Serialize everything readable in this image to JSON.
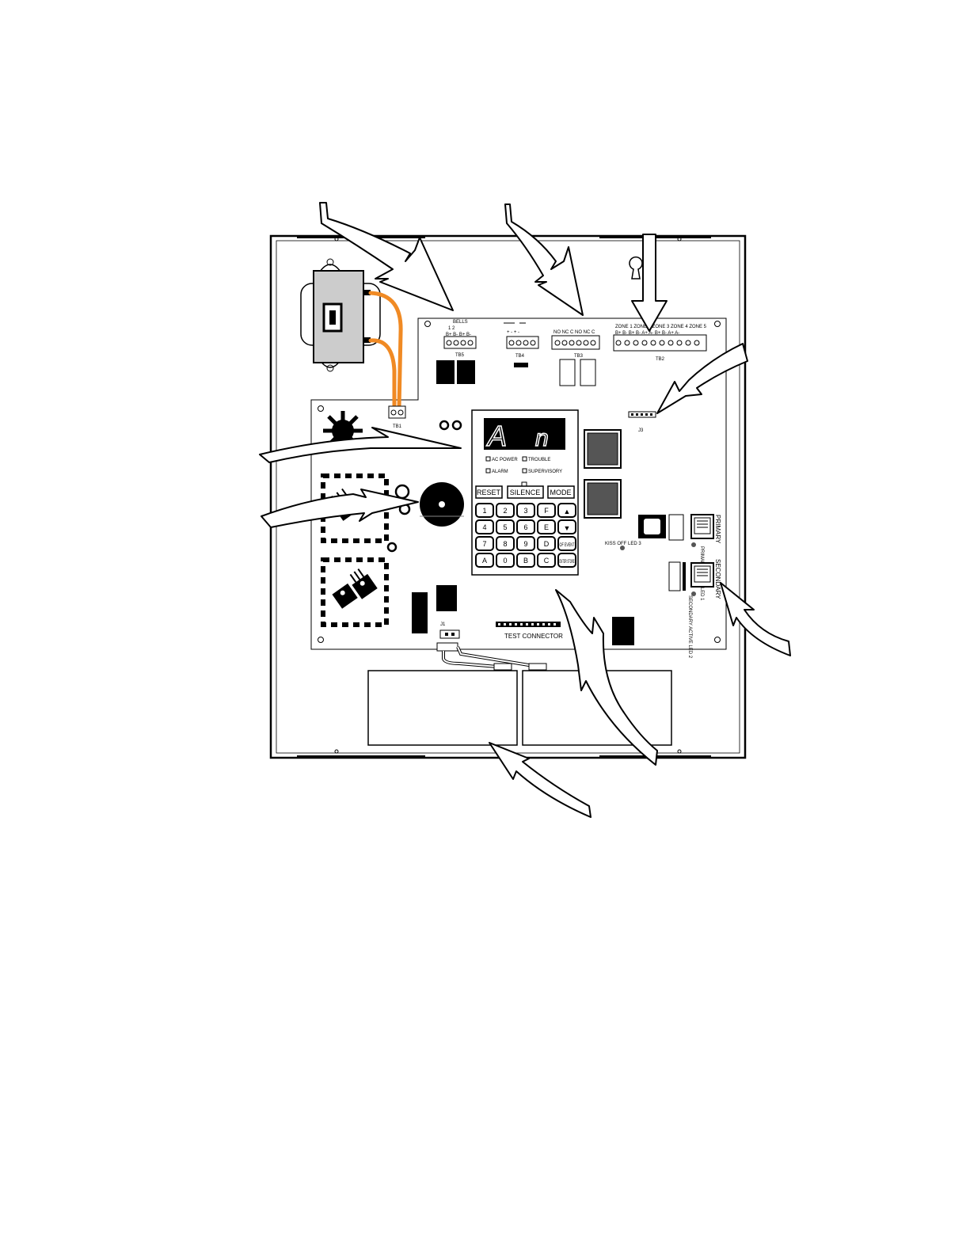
{
  "terminals": {
    "tb5_title": "BELLS",
    "tb5_nums": "1    2",
    "tb5_pins": "B+ B-  B+ B-",
    "tb5": "TB5",
    "tb4_pins": "+  -  +  -",
    "tb4": "TB4",
    "tb3_pins": "NO NC  C  NO NC  C",
    "tb3": "TB3",
    "tb2_title": "ZONE 1  ZONE 2  ZONE 3  ZONE 4  ZONE 5",
    "tb2_pins": "B+ B-  B+ B-  A+ A-  B+ B-  A+ A-",
    "tb2": "TB2",
    "tb1": "TB1",
    "j3": "J3",
    "j1": "J1"
  },
  "panel": {
    "display_char_1": "A",
    "display_char_2": "n",
    "leds": [
      "AC POWER",
      "TROUBLE",
      "ALARM",
      "SUPERVISORY"
    ],
    "func_keys": [
      "RESET",
      "SILENCE",
      "MODE"
    ],
    "keypad": [
      [
        "1",
        "2",
        "3",
        "F",
        "▲"
      ],
      [
        "4",
        "5",
        "6",
        "E",
        "▼"
      ],
      [
        "7",
        "8",
        "9",
        "D",
        "OF EVENT"
      ],
      [
        "A",
        "0",
        "B",
        "C",
        "ENTER STORE"
      ]
    ]
  },
  "board": {
    "test_connector": "TEST CONNECTOR",
    "kiss_off_led": "KISS OFF LED 3",
    "primary": "PRIMARY",
    "primary_led": "PRIMARY ACTIVE LED 1",
    "secondary": "SECONDARY",
    "secondary_led": "SECONDARY ACTIVE LED 2"
  },
  "colors": {
    "wire": "#f08a24",
    "ink": "#000000",
    "paper": "#ffffff",
    "transformer": "#cccccc",
    "display_bg": "#000000",
    "chip": "#555555"
  }
}
